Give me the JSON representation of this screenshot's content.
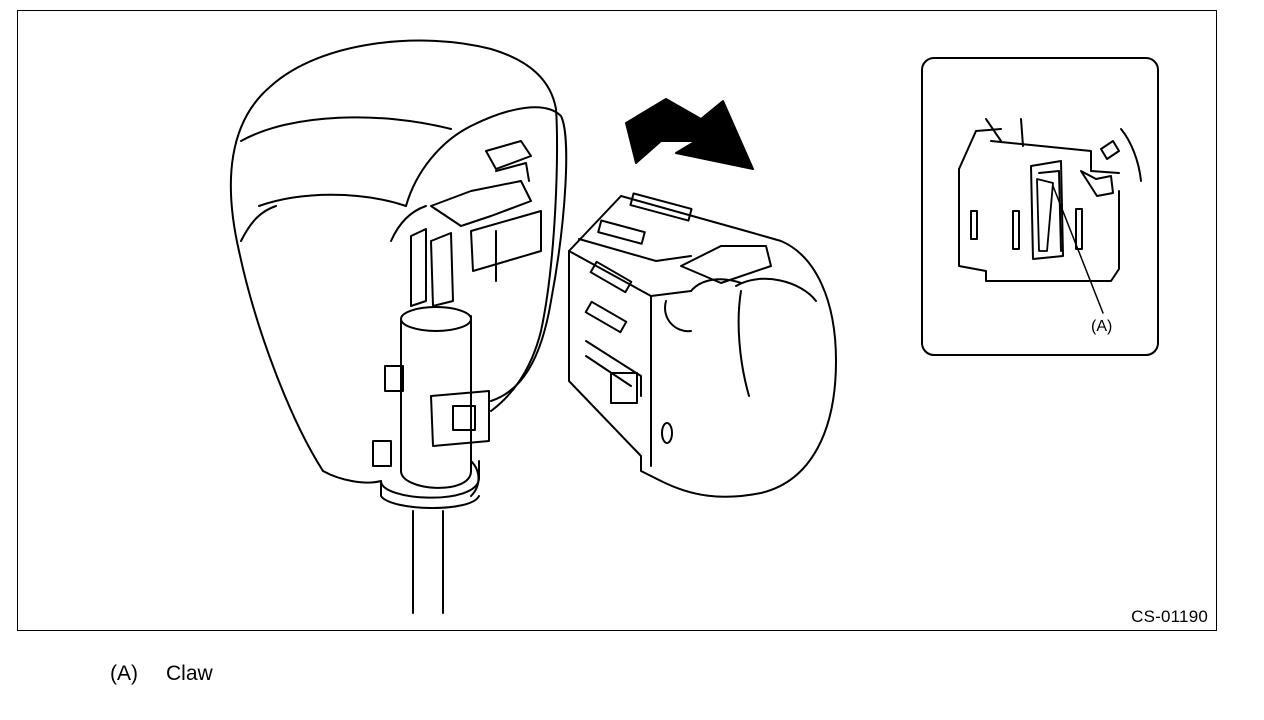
{
  "figure": {
    "code": "CS-01190"
  },
  "inset": {
    "callout_label": "(A)"
  },
  "legend": [
    {
      "key": "(A)",
      "label": "Claw"
    }
  ]
}
